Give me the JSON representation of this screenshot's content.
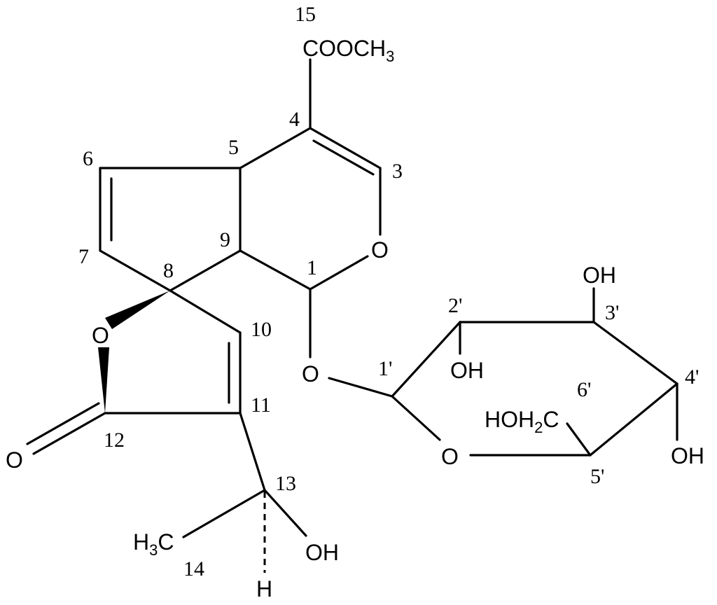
{
  "groups": {
    "ester": {
      "main": "COOCH",
      "sub": "3"
    },
    "ring_o_pyran": "O",
    "glycosidic_o": "O",
    "sugar_ring_o": "O",
    "lactone_ring_o": "O",
    "carbonyl_o": "O",
    "oh_2prime": "OH",
    "oh_3prime": "OH",
    "oh_4prime": "OH",
    "ch2oh": {
      "a": "HOH",
      "sub": "2",
      "b": "C"
    },
    "oh_13": "OH",
    "h_13": "H",
    "methyl_14": {
      "a": "H",
      "sub": "3",
      "b": "C"
    }
  },
  "locants": {
    "c1": "1",
    "c3": "3",
    "c4": "4",
    "c5": "5",
    "c6": "6",
    "c7": "7",
    "c8": "8",
    "c9": "9",
    "c10": "10",
    "c11": "11",
    "c12": "12",
    "c13": "13",
    "c14": "14",
    "c15": "15",
    "c1p": "1'",
    "c2p": "2'",
    "c3p": "3'",
    "c4p": "4'",
    "c5p": "5'",
    "c6p": "6'"
  }
}
